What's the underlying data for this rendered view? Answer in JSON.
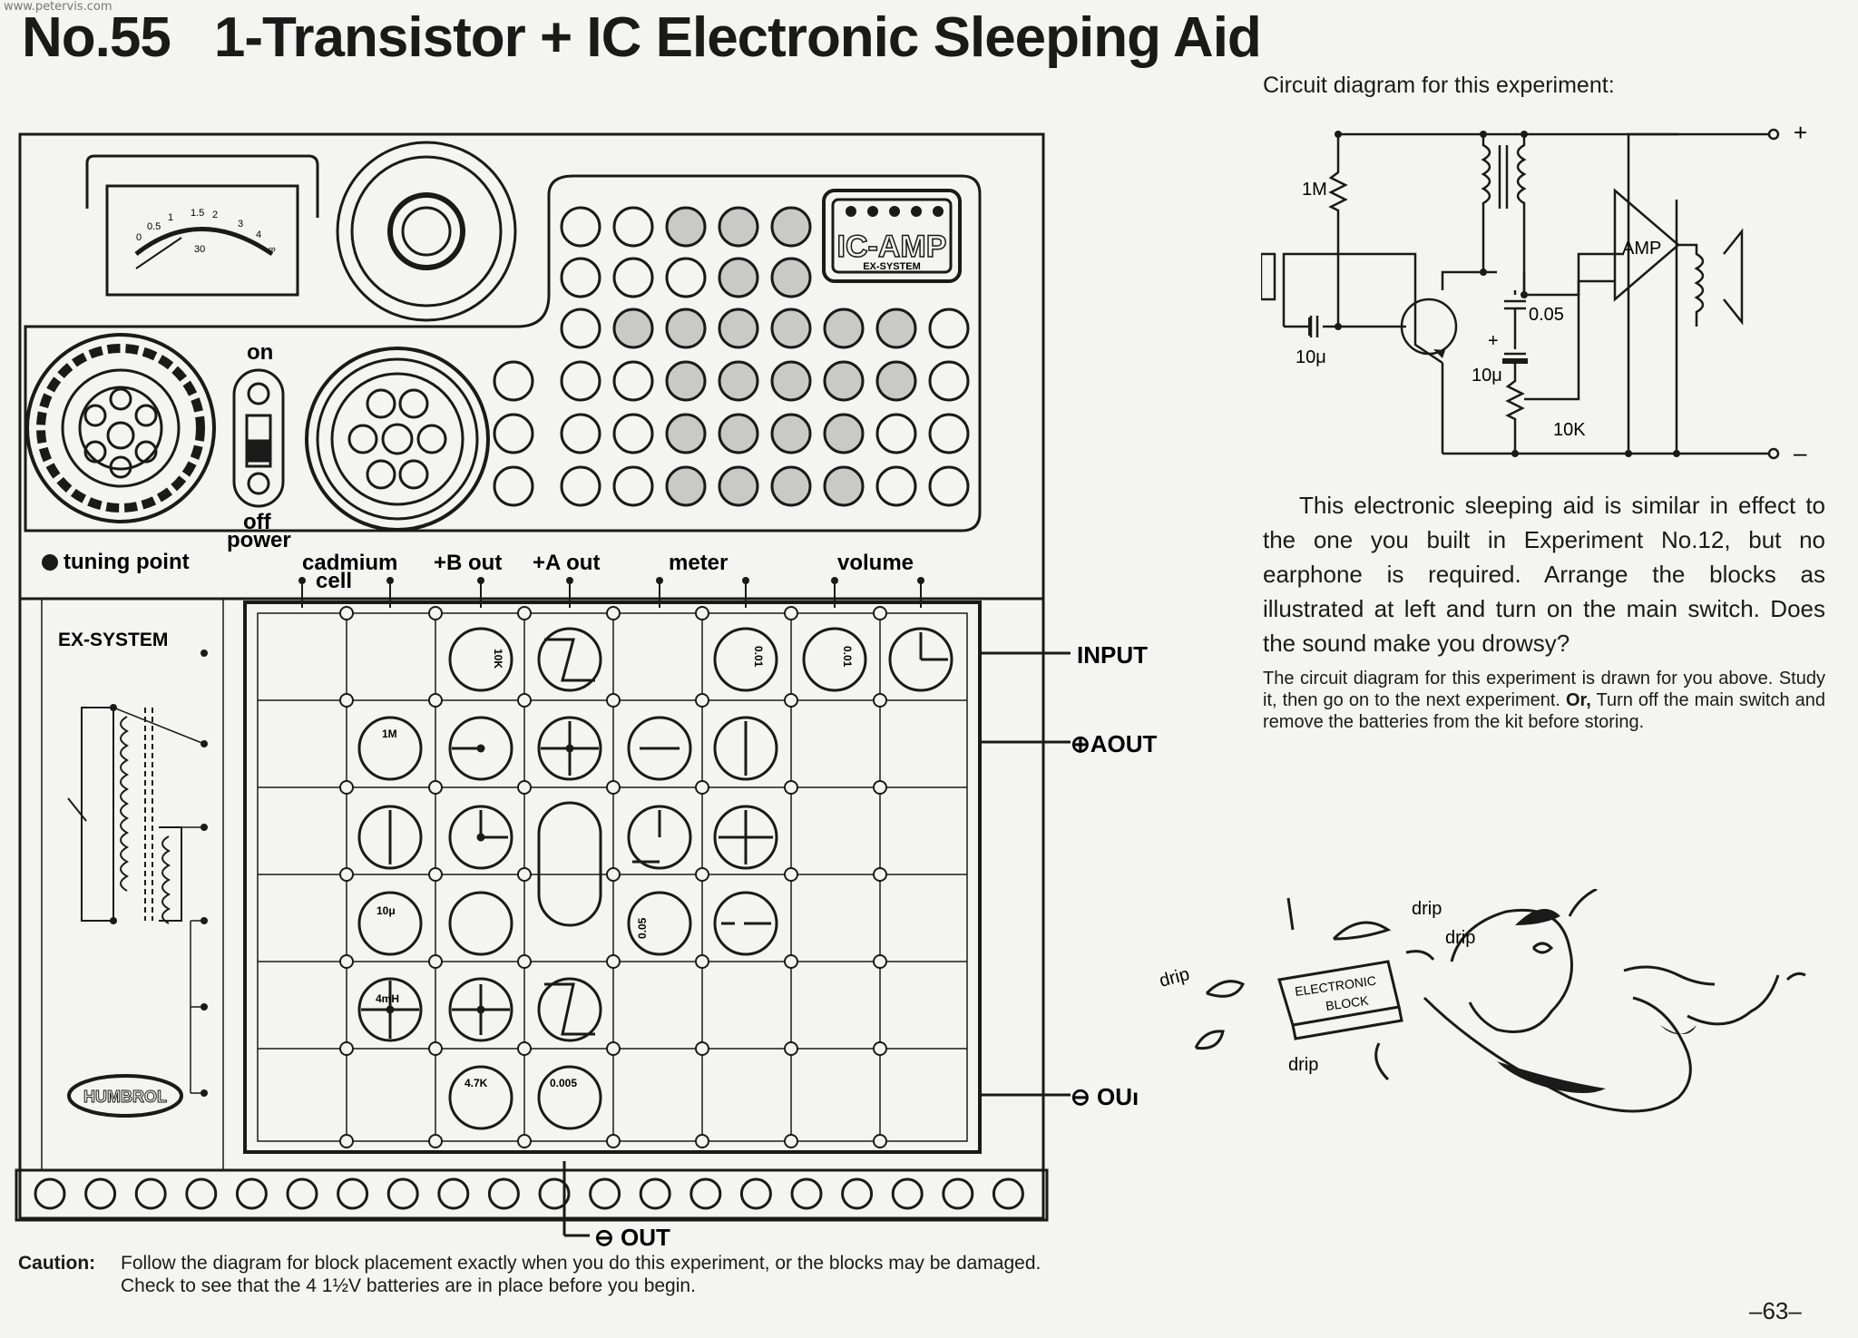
{
  "watermark": "www.petervis.com",
  "title": {
    "number": "No.55",
    "text": "1-Transistor + IC Electronic Sleeping Aid"
  },
  "kit": {
    "meter_scale": [
      "0",
      "0.5",
      "1",
      "1.5",
      "2",
      "3",
      "4",
      "∞"
    ],
    "meter_mid": "30",
    "switch_on": "on",
    "switch_off": "off",
    "switch_power": "power",
    "ic_amp_badge": "IC-AMP",
    "ic_amp_sub": "EX-SYSTEM",
    "tuning_point": "tuning point",
    "terminals": {
      "cadmium": "cadmium",
      "cell": "cell",
      "b_out": "+B out",
      "a_out": "+A out",
      "meter": "meter",
      "volume": "volume"
    },
    "ex_system": "EX-SYSTEM",
    "humbrol": "HUMBROL",
    "side_labels": {
      "input": "INPUT",
      "aout": "⊕AOUT",
      "out_right": "⊖ OUı",
      "out_bottom": "⊖ OUT"
    },
    "block_values": {
      "v10k": "10K",
      "v001a": "0.01",
      "v001b": "0.01",
      "v1m": "1M",
      "v10u": "10μ",
      "v005": "0.05",
      "v4mh": "4mH",
      "v47k": "4.7K",
      "v0005": "0.005"
    }
  },
  "circuit": {
    "caption": "Circuit diagram for this experiment:",
    "labels": {
      "r1m": "1M",
      "c10u_in": "10μ",
      "c005": "0.05",
      "c10u_out": "10μ",
      "pot": "10K",
      "amp": "AMP",
      "plus": "+",
      "minus": "–",
      "cap_plus": "+"
    }
  },
  "illustration": {
    "drip1": "drip",
    "drip2": "drip",
    "drip3": "drip",
    "drip4": "drip",
    "block1": "ELECTRONIC",
    "block2": "BLOCK"
  },
  "body_text": "This electronic sleeping aid is similar in effect to the one you built in Experiment No.12, but no earphone is required. Arrange the blocks as illustrated at left and turn on the main switch. Does the sound make you drowsy?",
  "note": {
    "line1": "The circuit diagram for this experiment is drawn for you above. Study it, then go on to the next experiment.",
    "or_label": "Or,",
    "line2": "Turn off the main switch and remove the batteries from the kit before storing."
  },
  "caution": {
    "label": "Caution:",
    "text": "Follow the diagram for block placement exactly when you do this experiment, or the blocks may be damaged. Check to see that the 4 1½V batteries are in place before you begin."
  },
  "page_number": "–63–"
}
